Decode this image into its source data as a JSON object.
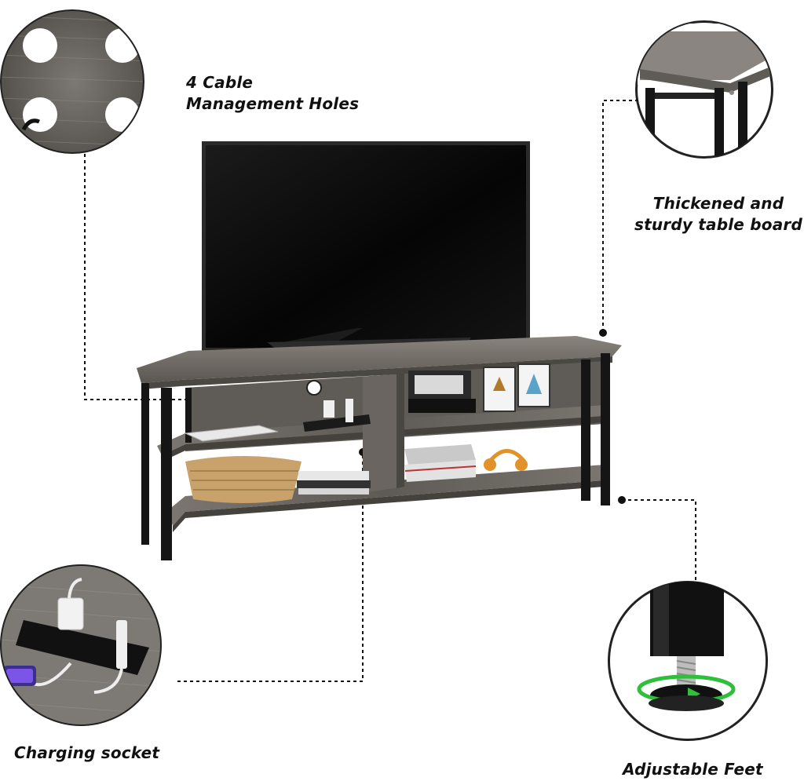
{
  "callouts": {
    "cable_holes": {
      "line1": "4 Cable",
      "line2": "Management Holes"
    },
    "table_board": {
      "line1": "Thickened and",
      "line2": "sturdy table board"
    },
    "charging_socket": {
      "label": "Charging socket"
    },
    "adjustable_feet": {
      "label": "Adjustable Feet"
    }
  },
  "colors": {
    "wood": "#6e6a65",
    "wood_dark": "#4f4b47",
    "metal": "#1a1a1a",
    "screen": "#0b0b0b",
    "accent_arrow": "#2fbf3c"
  }
}
